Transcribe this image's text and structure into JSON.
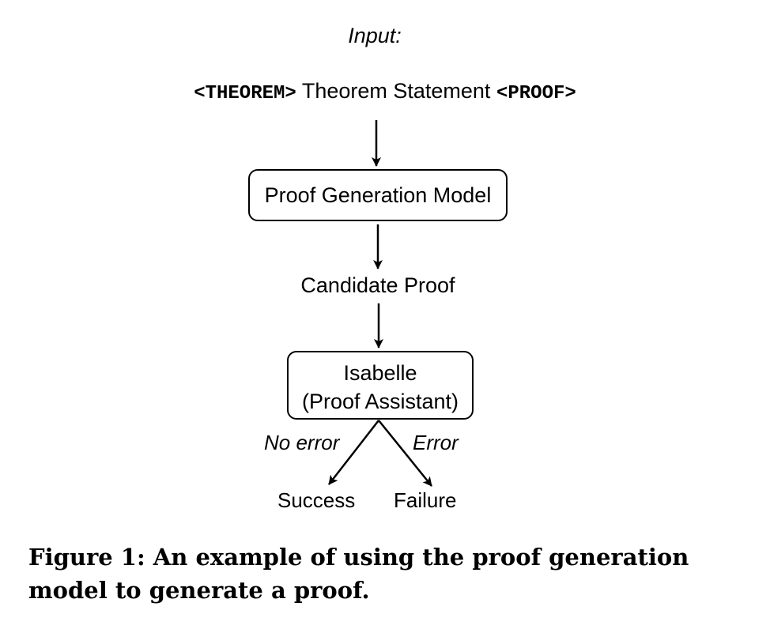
{
  "diagram": {
    "input_label": "Input:",
    "theorem_token": "<THEOREM>",
    "theorem_statement": "Theorem Statement",
    "proof_token": "<PROOF>",
    "model_box": "Proof Generation Model",
    "candidate": "Candidate Proof",
    "checker_line1": "Isabelle",
    "checker_line2": "(Proof Assistant)",
    "no_error": "No error",
    "error": "Error",
    "success": "Success",
    "failure": "Failure"
  },
  "caption": "Figure 1: An example of using the proof generation model to generate a proof."
}
